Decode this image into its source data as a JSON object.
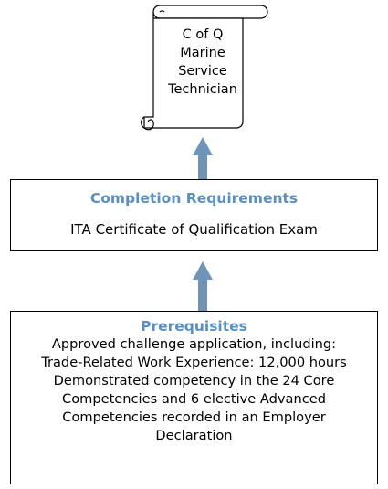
{
  "certificate": {
    "lines": [
      "C of Q",
      "Marine",
      "Service",
      "Technician"
    ]
  },
  "completion": {
    "title": "Completion Requirements",
    "line": "ITA Certificate of Qualification Exam"
  },
  "prerequisites": {
    "title": "Prerequisites",
    "lines": [
      "Approved challenge application, including:",
      "Trade-Related Work Experience: 12,000 hours",
      "Demonstrated competency in the 24 Core",
      "Competencies and 6 elective Advanced",
      "Competencies recorded in an Employer",
      "Declaration"
    ]
  },
  "colors": {
    "arrow": "#6f94b8",
    "heading": "#5a8fc0"
  }
}
